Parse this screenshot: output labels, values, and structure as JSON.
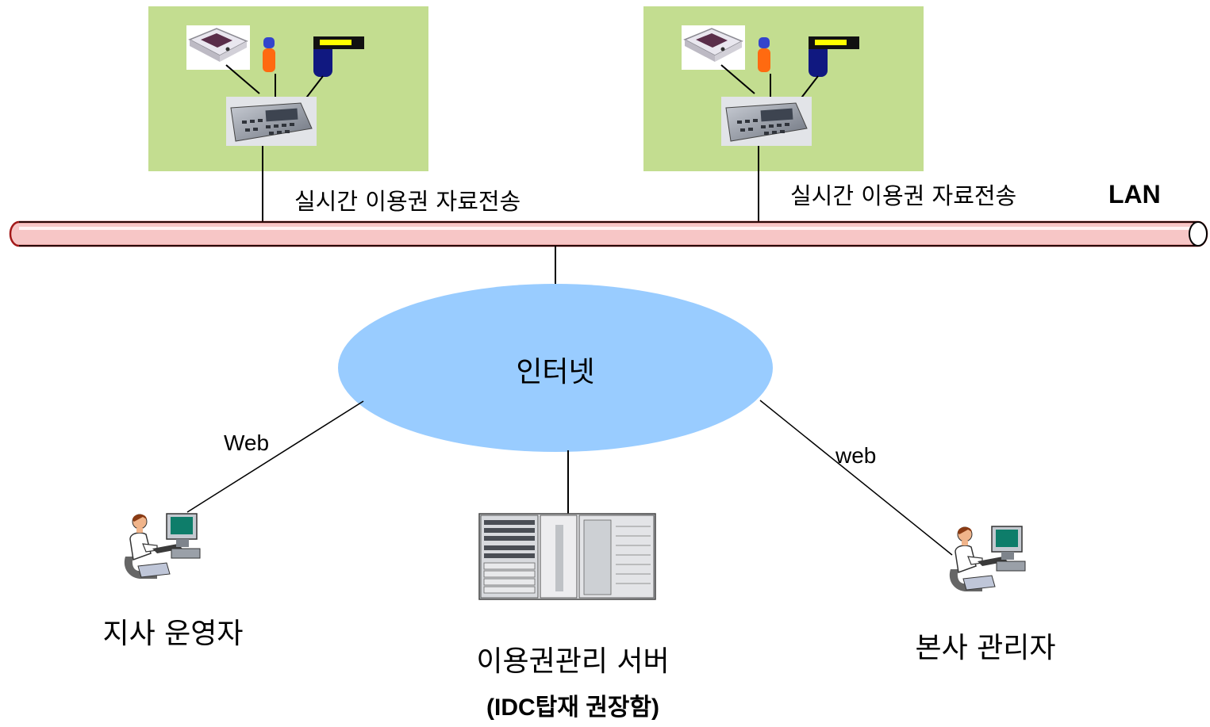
{
  "colors": {
    "zone_fill": "#c3dd90",
    "lan_fill": "#f7c6c6",
    "lan_stroke": "#a31a1a",
    "internet_fill": "#99ccff",
    "line": "#000000"
  },
  "labels": {
    "lan_title": "LAN",
    "realtime_transfer_left": "실시간 이용권 자료전송",
    "realtime_transfer_right": "실시간 이용권 자료전송",
    "internet": "인터넷",
    "web_left": "Web",
    "web_right": "web",
    "branch_operator": "지사 운영자",
    "server_name": "이용권관리 서버",
    "server_note": "(IDC탑재 권장함)",
    "hq_manager": "본사 관리자"
  },
  "icons": {
    "card_reader": "card-reader-icon",
    "signal_light": "signal-light-icon",
    "barcode_scanner": "barcode-scanner-icon",
    "terminal": "control-terminal-icon",
    "operator": "operator-at-computer-icon",
    "server": "server-rack-icon"
  }
}
